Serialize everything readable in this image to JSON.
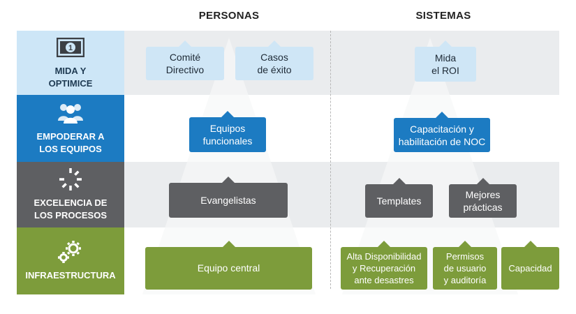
{
  "headers": {
    "personas": "PERSONAS",
    "sistemas": "SISTEMAS"
  },
  "rows": [
    {
      "label": "MIDA Y\nOPTIMICE",
      "color": "#cde6f7",
      "text_color": "#1e3a52",
      "icon": "money-icon"
    },
    {
      "label": "EMPODERAR A\nLOS EQUIPOS",
      "color": "#1c7bc2",
      "text_color": "#ffffff",
      "icon": "people-icon"
    },
    {
      "label": "EXCELENCIA DE\nLOS PROCESOS",
      "color": "#5e5f62",
      "text_color": "#ffffff",
      "icon": "process-burst-icon"
    },
    {
      "label": "INFRAESTRUCTURA",
      "color": "#7d9c3b",
      "text_color": "#ffffff",
      "icon": "gears-icon"
    }
  ],
  "boxes": {
    "comite": "Comité\nDirectivo",
    "casos": "Casos\nde éxito",
    "mida_roi": "Mida\nel ROI",
    "equipos_funcionales": "Equipos\nfuncionales",
    "capacitacion": "Capacitación y\nhabilitación de NOC",
    "evangelistas": "Evangelistas",
    "templates": "Templates",
    "mejores_practicas": "Mejores\nprácticas",
    "equipo_central": "Equipo central",
    "alta_disponibilidad": "Alta Disponibilidad\ny Recuperación\nante desastres",
    "permisos": "Permisos\nde usuario\ny auditoría",
    "capacidad": "Capacidad"
  },
  "colors": {
    "light_blue": "#cfe6f6",
    "blue": "#1c7bc2",
    "dark_gray": "#5e5f62",
    "green": "#7d9c3b",
    "band_gray": "#eaecee"
  }
}
